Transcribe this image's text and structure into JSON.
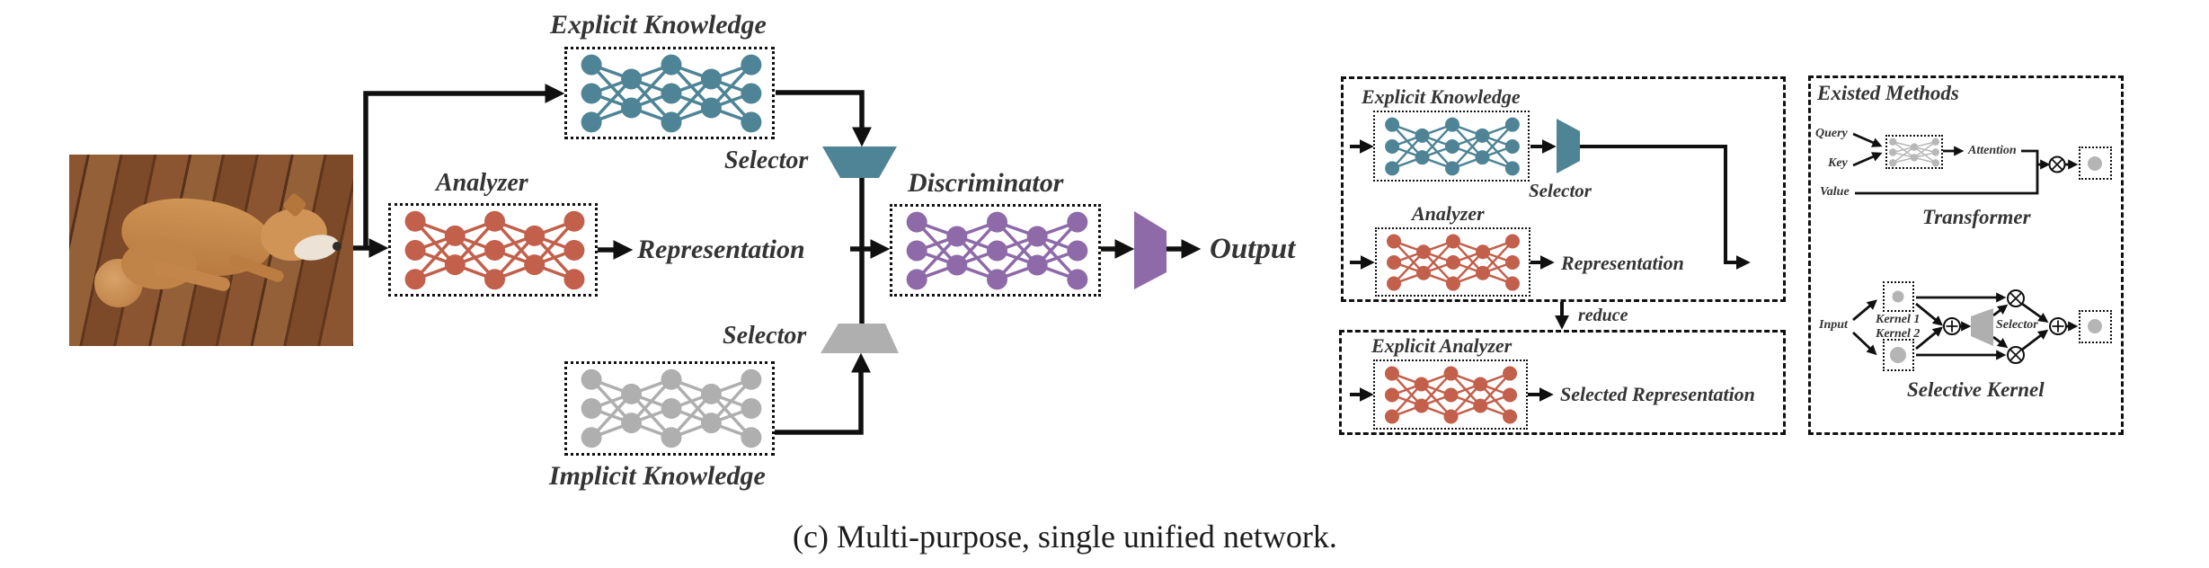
{
  "caption": "(c) Multi-purpose, single unified network.",
  "colors": {
    "teal": "#4E8496",
    "orange": "#C2604C",
    "purple": "#8E6AA8",
    "gray": "#AFAFAF",
    "gray_light": "#B8B8B8",
    "line": "#101010",
    "text": "#343434"
  },
  "main": {
    "explicit_knowledge": "Explicit Knowledge",
    "analyzer": "Analyzer",
    "selector_top": "Selector",
    "selector_bottom": "Selector",
    "representation": "Representation",
    "discriminator": "Discriminator",
    "output": "Output",
    "implicit_knowledge": "Implicit Knowledge",
    "input_photo": "dog-lying-on-wooden-floor-photo"
  },
  "panel_unified": {
    "explicit_knowledge": "Explicit Knowledge",
    "selector": "Selector",
    "analyzer": "Analyzer",
    "representation": "Representation",
    "reduce": "reduce",
    "explicit_analyzer": "Explicit Analyzer",
    "selected_representation": "Selected Representation"
  },
  "panel_existed": {
    "title": "Existed Methods",
    "transformer": {
      "query": "Query",
      "key": "Key",
      "value": "Value",
      "attention": "Attention",
      "label": "Transformer"
    },
    "selective_kernel": {
      "input": "Input",
      "kernel1": "Kernel 1",
      "kernel2": "Kernel 2",
      "selector": "Selector",
      "label": "Selective Kernel"
    }
  }
}
